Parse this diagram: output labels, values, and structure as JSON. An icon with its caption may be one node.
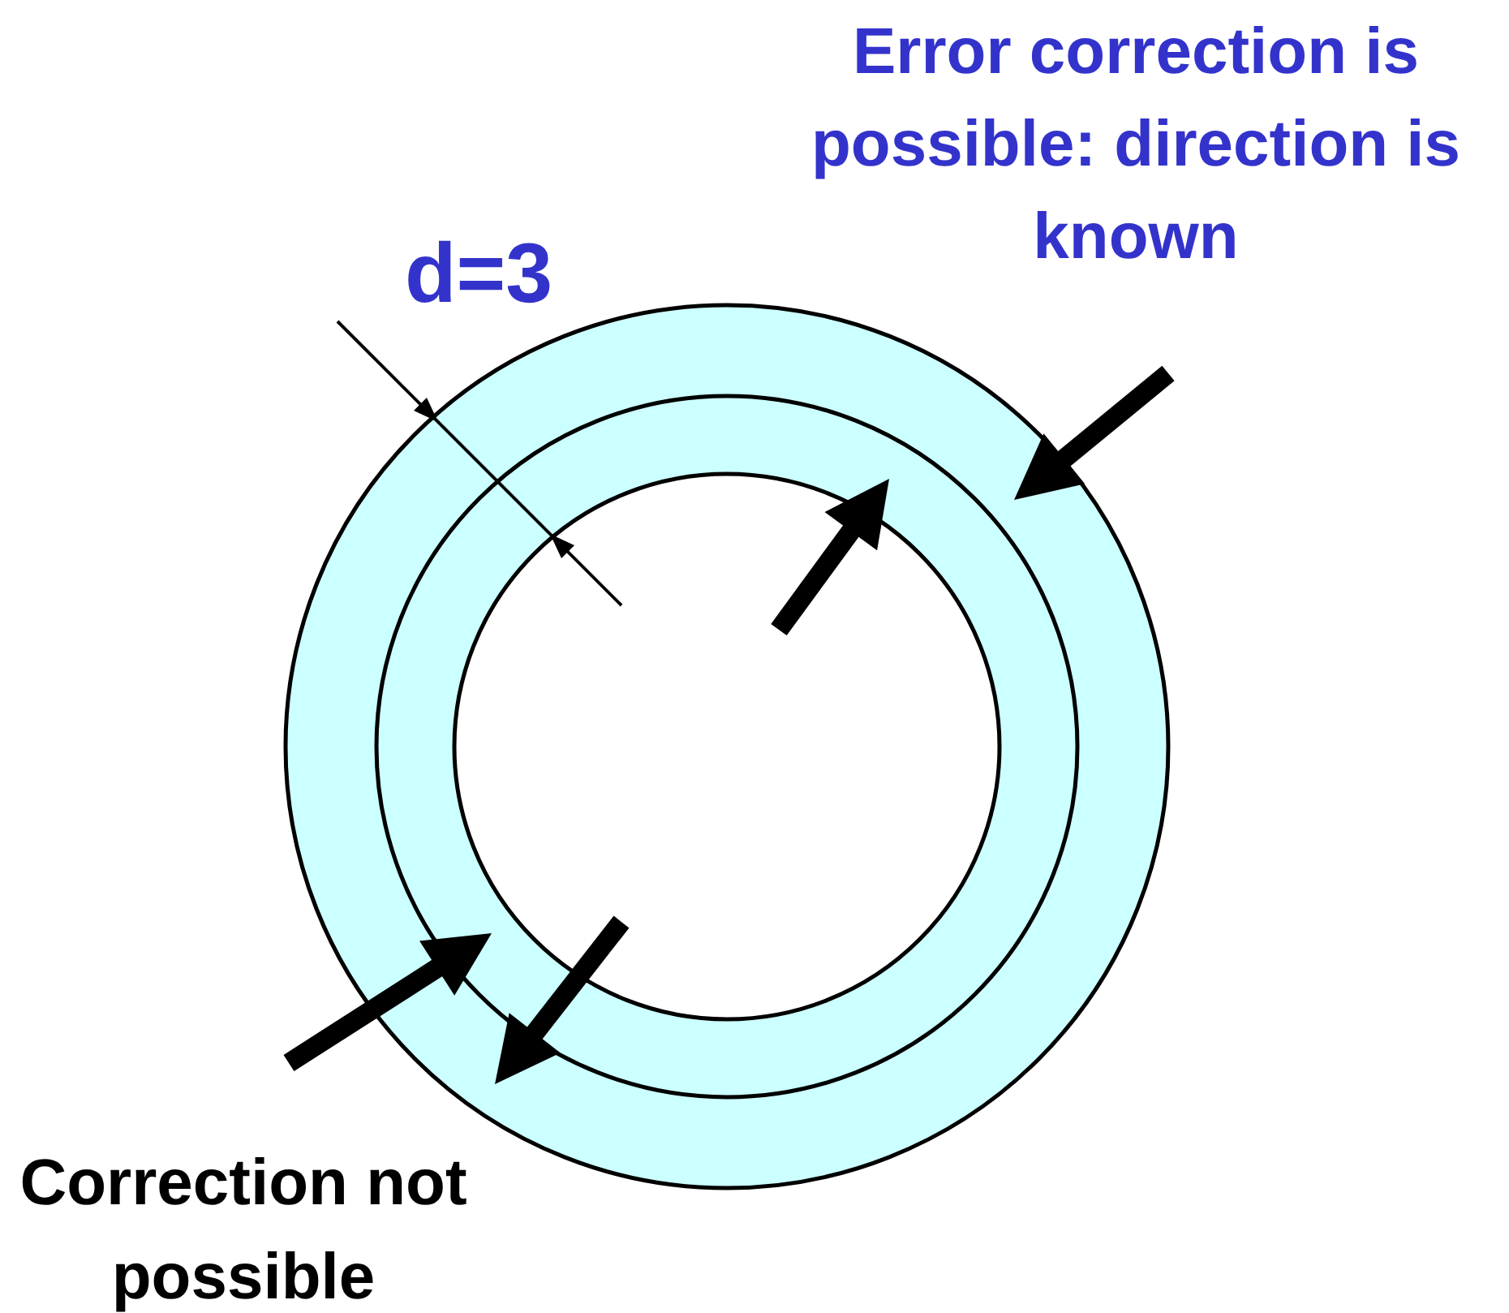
{
  "diagram": {
    "labels": [
      "Error correction is possible: direction is known",
      "d=3",
      "Correction not possible"
    ]
  }
}
